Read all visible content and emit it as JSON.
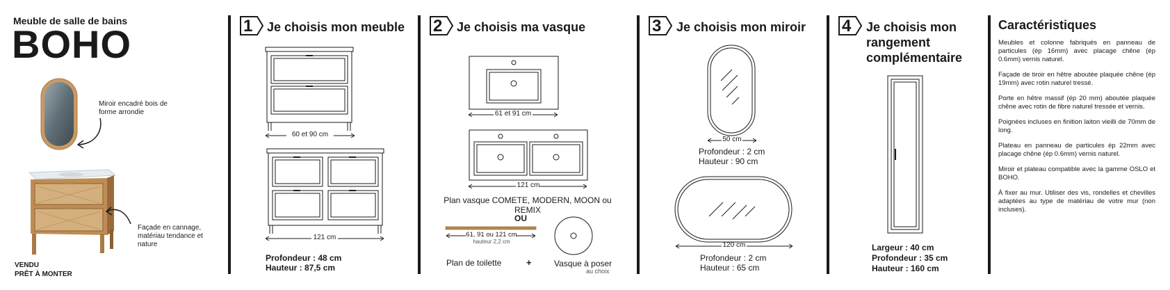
{
  "product": {
    "subtitle": "Meuble de salle de bains",
    "name": "BOHO",
    "mirror_note": "Miroir encadré bois de forme arrondie",
    "facade_note": "Façade en cannage, matériau tendance et nature",
    "sold_line1": "VENDU",
    "sold_line2": "PRÊT À MONTER"
  },
  "steps": [
    {
      "number": "1",
      "title": "Je choisis mon meuble",
      "dims": [
        "60 et 90 cm",
        "121 cm"
      ],
      "specs": [
        "Profondeur : 48 cm",
        "Hauteur : 87,5 cm"
      ]
    },
    {
      "number": "2",
      "title": "Je choisis ma vasque",
      "dims": [
        "61 et 91 cm",
        "121 cm"
      ],
      "caption": "Plan vasque COMETE, MODERN, MOON ou REMIX",
      "or_label": "OU",
      "plan_dim": "61, 91 ou 121 cm",
      "plan_height": "hauteur 2,2 cm",
      "plan_label": "Plan de toilette",
      "plus": "+",
      "basin_label": "Vasque à poser",
      "basin_note": "au choix"
    },
    {
      "number": "3",
      "title": "Je choisis mon miroir",
      "dims": [
        "50 cm",
        "120 cm"
      ],
      "specs_a": [
        "Profondeur : 2 cm",
        "Hauteur : 90 cm"
      ],
      "specs_b": [
        "Profondeur : 2 cm",
        "Hauteur : 65 cm"
      ]
    },
    {
      "number": "4",
      "title_lines": [
        "Je choisis mon",
        "rangement",
        "complémentaire"
      ],
      "specs": [
        "Largeur : 40 cm",
        "Profondeur : 35 cm",
        "Hauteur : 160 cm"
      ]
    }
  ],
  "characteristics": {
    "title": "Caractéristiques",
    "paragraphs": [
      "Meubles et colonne fabriqués en panneau de particules (ép 16mm) avec placage chêne (ép 0.6mm) vernis naturel.",
      "Façade de tiroir en hêtre aboutée plaquée chêne (ép 19mm) avec rotin naturel tressé.",
      "Porte en hêtre massif (ép 20 mm) aboutée plaquée chêne avec rotin de fibre naturel tressée et vernis.",
      "Poignées incluses en finition laiton vieilli de 70mm de long.",
      "Plateau en panneau de particules ép 22mm avec placage chêne (ép 0.6mm) vernis naturel.",
      "Miroir et plateau compatible avec la gamme OSLO et BOHO.",
      "À fixer au mur. Utiliser des vis, rondelles et chevilles adaptées au type de matériau de votre mur (non incluses)."
    ]
  },
  "colors": {
    "text": "#1a1a1a",
    "wood": "#b9874f",
    "wood_dark": "#8a5f33",
    "basin_white": "#e8eef2"
  }
}
